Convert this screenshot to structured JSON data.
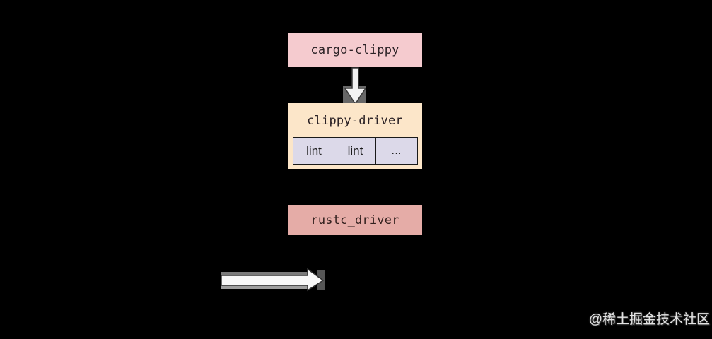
{
  "diagram": {
    "background_color": "#000000",
    "nodes": {
      "cargo_clippy": {
        "label": "cargo-clippy",
        "fill": "#f5cbcf",
        "text_color": "#2b2226"
      },
      "clippy_driver": {
        "label": "clippy-driver",
        "fill": "#fce6c9",
        "text_color": "#2a2a2a",
        "lints": {
          "cells": [
            "lint",
            "lint",
            "…"
          ],
          "fill": "#dcd9e9",
          "border_color": "#1a1a1a"
        }
      },
      "rustc_driver": {
        "label": "rustc_driver",
        "fill": "#e5aca7",
        "text_color": "#33211f"
      }
    },
    "arrows": {
      "down_arrow": {
        "direction": "down",
        "fill": "#f2f2f2",
        "stroke": "#3a3a3a",
        "shadow_color": "#686868"
      },
      "right_arrow": {
        "direction": "right",
        "fill": "#f8f8f8",
        "stroke": "#333333",
        "top_band_color": "#7b7b7b",
        "bottom_band_color": "#9e9e9e",
        "shadow_color": "#565656"
      }
    },
    "watermark": {
      "text": "@稀土掘金技术社区",
      "color": "#e3e3e3"
    }
  }
}
